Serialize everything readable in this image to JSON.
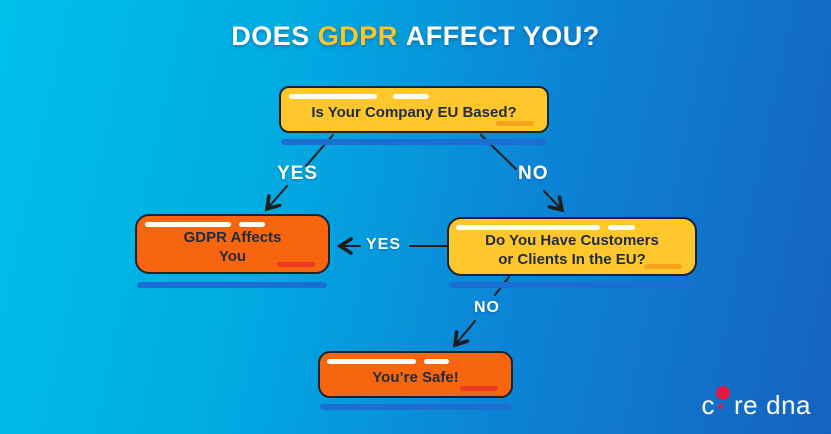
{
  "title": {
    "prefix": "DOES",
    "highlight": "GDPR",
    "suffix": "AFFECT YOU?"
  },
  "flowchart": {
    "nodes": [
      {
        "id": "company-eu-based",
        "variant": "yellow",
        "lines": [
          "Is Your Company EU Based?"
        ]
      },
      {
        "id": "gdpr-affects-you",
        "variant": "orange",
        "lines": [
          "GDPR Affects",
          "You"
        ]
      },
      {
        "id": "customers-in-eu",
        "variant": "yellow",
        "lines": [
          "Do You Have Customers",
          "or Clients In the EU?"
        ]
      },
      {
        "id": "youre-safe",
        "variant": "orange",
        "lines": [
          "You’re Safe!"
        ]
      }
    ],
    "edges": [
      {
        "label": "YES",
        "from": "company-eu-based",
        "to": "gdpr-affects-you"
      },
      {
        "label": "NO",
        "from": "company-eu-based",
        "to": "customers-in-eu"
      },
      {
        "label": "YES",
        "from": "customers-in-eu",
        "to": "gdpr-affects-you"
      },
      {
        "label": "NO",
        "from": "customers-in-eu",
        "to": "youre-safe"
      }
    ]
  },
  "logo": {
    "part1": "c",
    "part2": "re",
    "part3": "dna"
  },
  "colors": {
    "background_start": "#00c0ea",
    "background_end": "#1563c0",
    "node_yellow": "#ffc72b",
    "node_orange": "#f8650f",
    "accent_orange": "#f7a31b",
    "accent_red": "#ee3a21",
    "shadow_blue": "#1b6fd2",
    "node_border": "#18242f",
    "node_text": "#1e2d3d",
    "arrow": "#1d1d1b",
    "title_highlight": "#ffc428",
    "logo_red": "#e01945"
  }
}
